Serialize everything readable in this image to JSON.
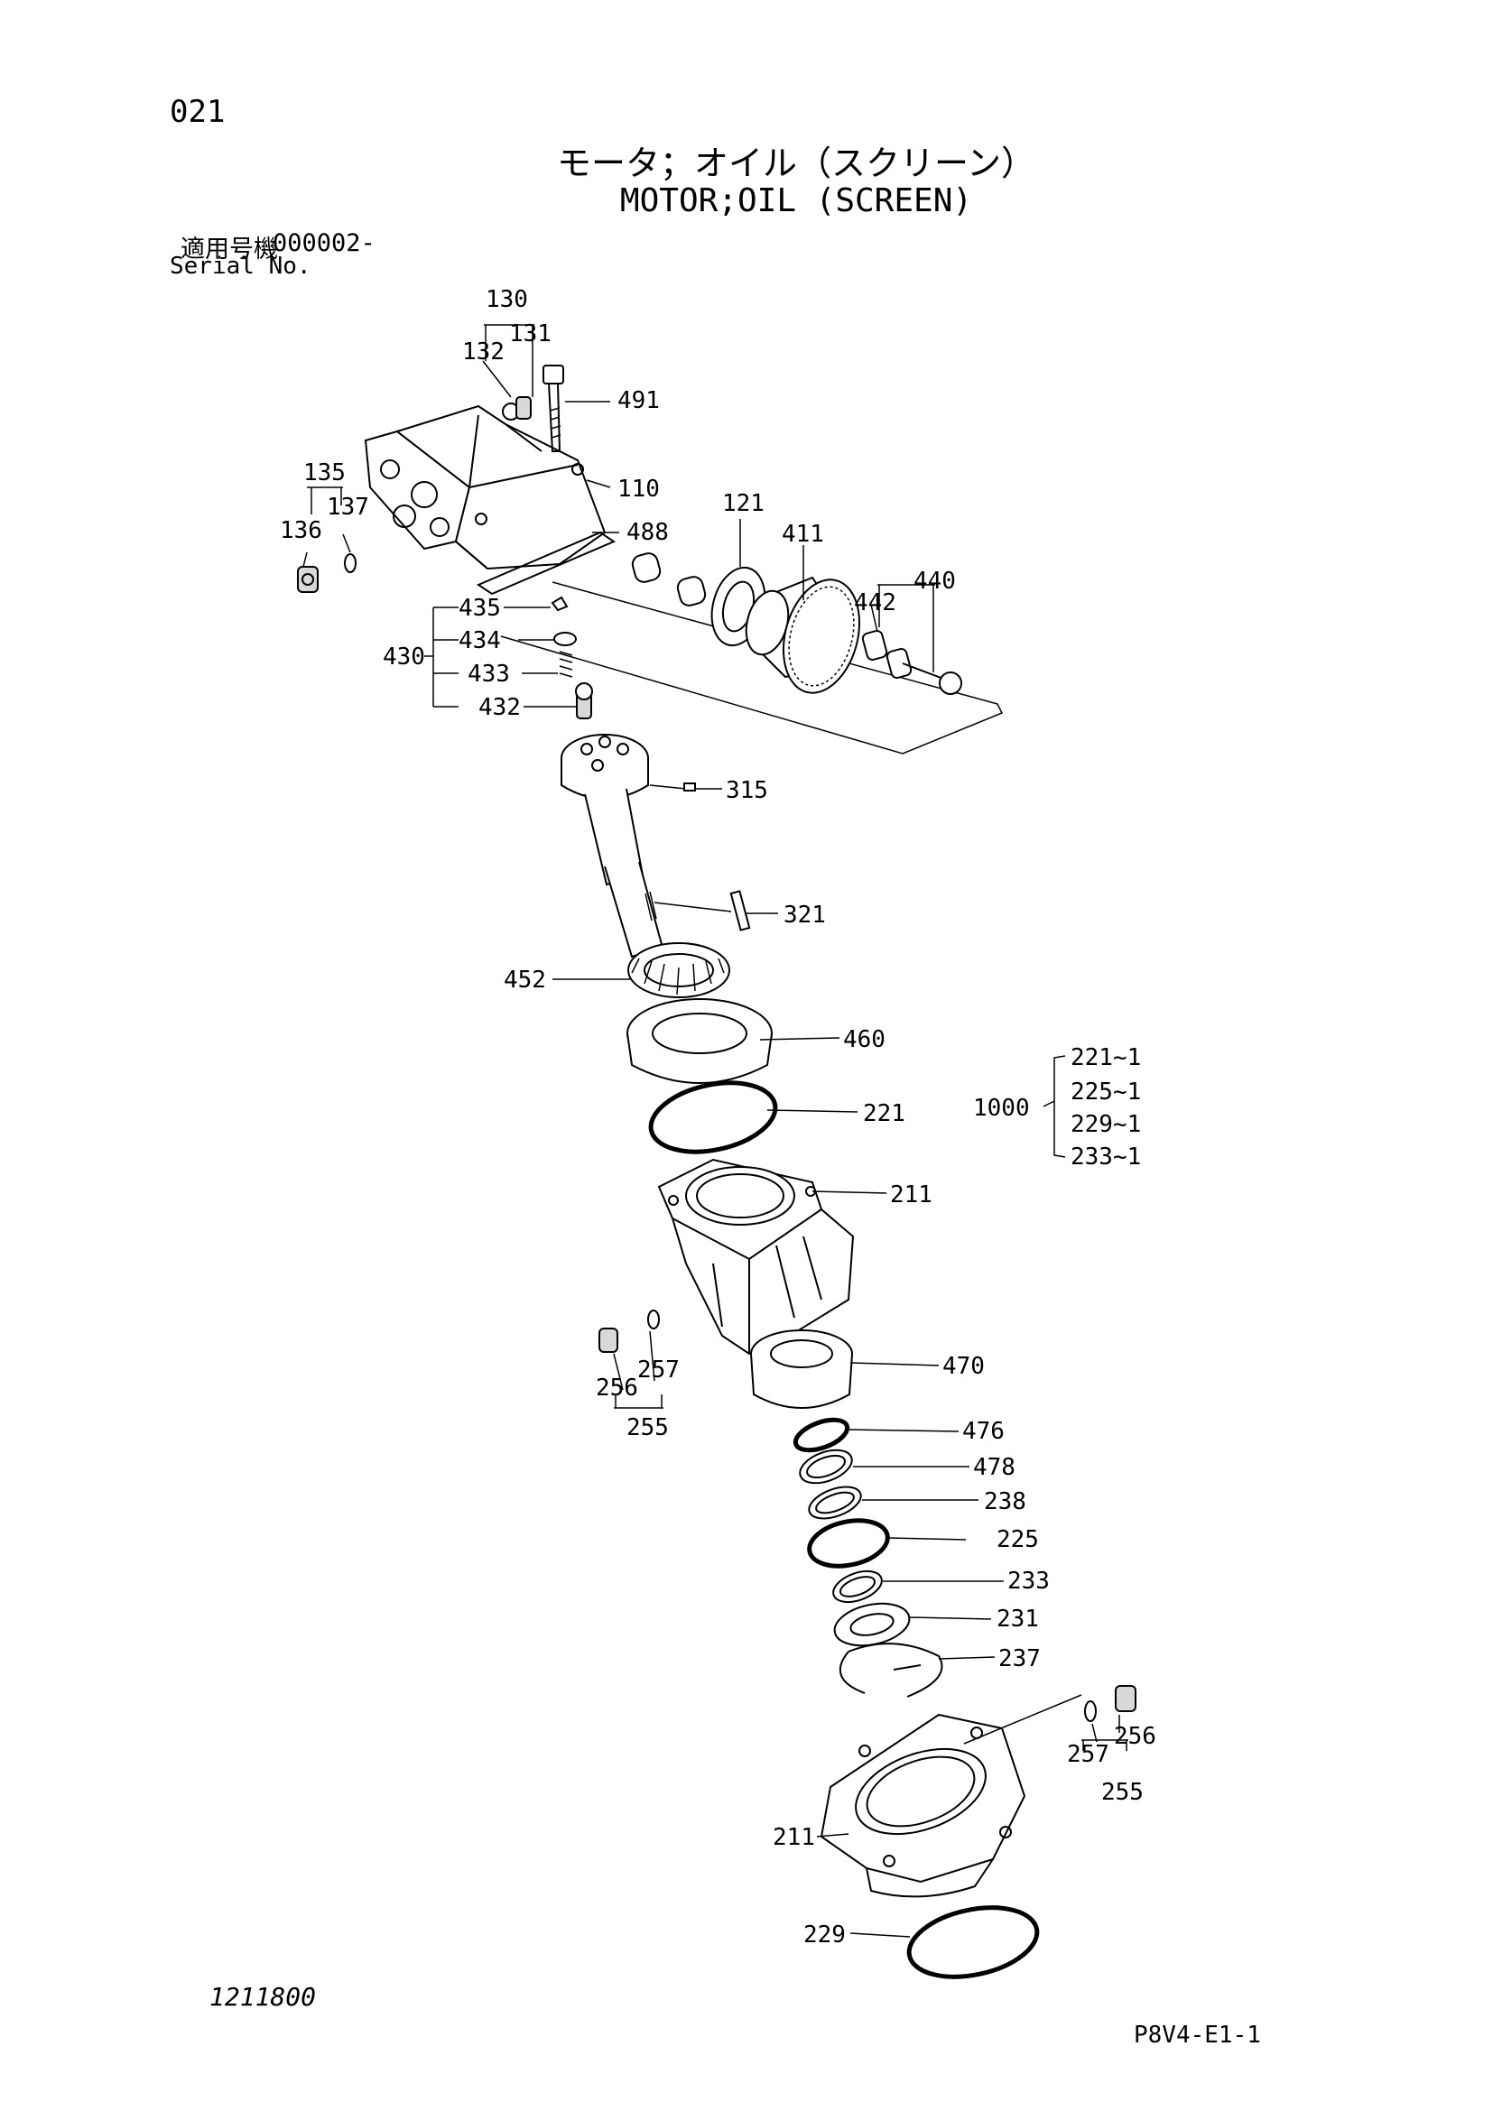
{
  "page_number": "021",
  "title_jp": "モータ；オイル（スクリーン）",
  "title_en": "MOTOR;OIL (SCREEN)",
  "serial": {
    "label_jp": "適用号機",
    "value": "000002-",
    "label_en": "Serial No."
  },
  "callouts": [
    "130",
    "131",
    "132",
    "491",
    "135",
    "137",
    "136",
    "110",
    "488",
    "121",
    "411",
    "442",
    "440",
    "435",
    "434",
    "430",
    "433",
    "432",
    "315",
    "321",
    "452",
    "460",
    "221",
    "211",
    "257",
    "256",
    "255",
    "470",
    "476",
    "478",
    "238",
    "225",
    "233",
    "231",
    "237",
    "257",
    "256",
    "255",
    "211",
    "229"
  ],
  "kit": {
    "label": "1000",
    "items": [
      "221~1",
      "225~1",
      "229~1",
      "233~1"
    ]
  },
  "doc_number": "1211800",
  "page_code": "P8V4-E1-1"
}
